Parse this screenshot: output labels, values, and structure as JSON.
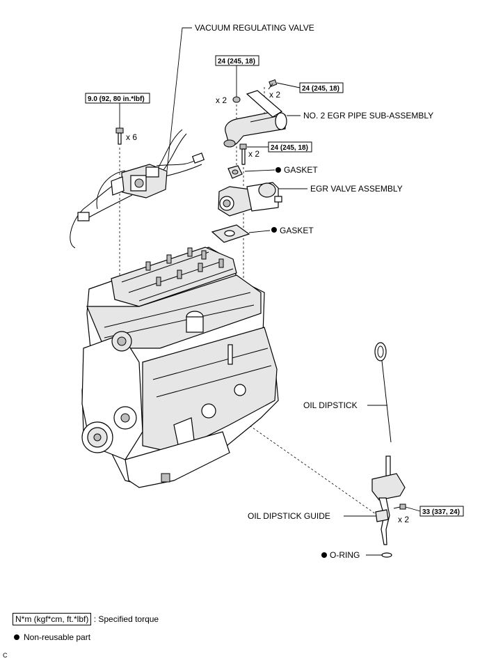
{
  "labels": {
    "vacuum_valve": "VACUUM REGULATING VALVE",
    "egr_pipe": "NO. 2 EGR PIPE SUB-ASSEMBLY",
    "gasket_upper": "GASKET",
    "egr_valve": "EGR VALVE ASSEMBLY",
    "gasket_lower": "GASKET",
    "oil_dipstick": "OIL DIPSTICK",
    "oil_dipstick_guide": "OIL DIPSTICK GUIDE",
    "o_ring": "O-RING"
  },
  "torques": {
    "vacuum_bolts": "9.0 (92, 80 in.*lbf)",
    "pipe_nuts": "24 (245, 18)",
    "pipe_bolts": "24 (245, 18)",
    "valve_bolts": "24 (245, 18)",
    "guide_bolts": "33 (337, 24)"
  },
  "quantities": {
    "vacuum_bolts": "x 6",
    "pipe_nuts": "x 2",
    "pipe_bolts": "x 2",
    "valve_bolts": "x 2",
    "guide_bolts": "x 2"
  },
  "legend": {
    "torque_box": "N*m (kgf*cm, ft.*lbf)",
    "torque_text": ": Specified torque",
    "nonreusable_text": "Non-reusable part"
  },
  "corner_mark": "C"
}
